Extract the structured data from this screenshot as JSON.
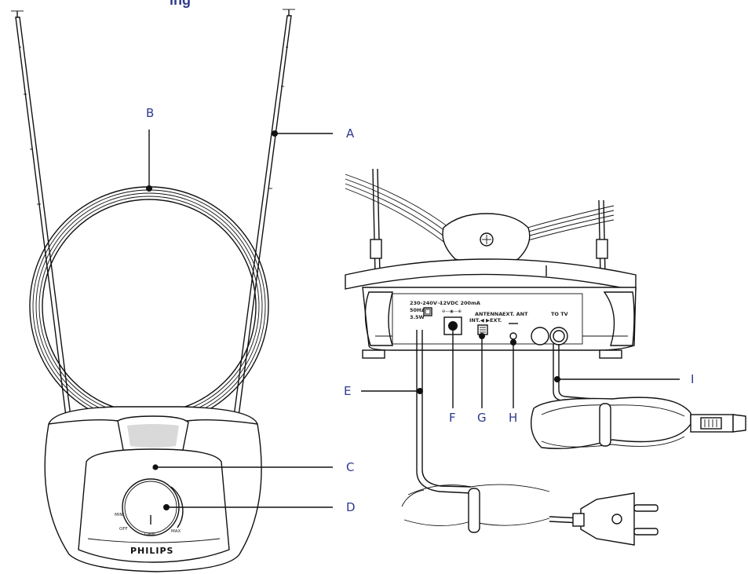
{
  "header": {
    "title_fragment": "ing"
  },
  "callouts": {
    "A": "A",
    "B": "B",
    "C": "C",
    "D": "D",
    "E": "E",
    "F": "F",
    "G": "G",
    "H": "H",
    "I": "I"
  },
  "front_unit": {
    "brand": "PHILIPS",
    "dial_min": "MIN",
    "dial_off": "OFF",
    "dial_gain": "GAIN",
    "dial_max": "MAX"
  },
  "rear_panel": {
    "power_rating_1": "230-240V~",
    "power_rating_2": "50Hz",
    "power_rating_3": "3.5W",
    "dc_input": "12VDC 200mA",
    "antenna_switch_title": "ANTENNA",
    "antenna_switch_options": "INT.◀ ▶EXT.",
    "ext_ant": "EXT. ANT",
    "to_tv": "TO TV"
  },
  "colors": {
    "label": "#2e3a8c",
    "line": "#111111"
  }
}
